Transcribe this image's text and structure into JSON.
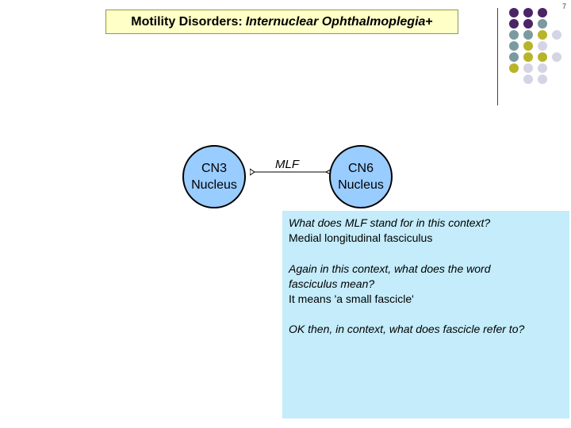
{
  "slide_number": "7",
  "title": {
    "prefix": "Motility Disorders:",
    "italic": "Internuclear Ophthalmoplegia",
    "suffix": "+"
  },
  "decoration": {
    "dot_colors": {
      "purple": "#4b2466",
      "slate": "#7b9aa0",
      "olive": "#b8b42a",
      "lavender": "#d4d4e6"
    }
  },
  "diagram": {
    "node_left": {
      "line1": "CN3",
      "line2": "Nucleus"
    },
    "edge_label": "MLF",
    "node_right": {
      "line1": "CN6",
      "line2": "Nucleus"
    },
    "node_fill": "#99ccff"
  },
  "qa": {
    "background": "#c4ecfb",
    "lines": [
      {
        "kind": "question",
        "text": "What does MLF stand for in this context?"
      },
      {
        "kind": "answer",
        "text": "Medial longitudinal fasciculus"
      },
      {
        "kind": "question",
        "text": "Again in this context, what does the word"
      },
      {
        "kind": "question",
        "text": "fasciculus mean?"
      },
      {
        "kind": "answer",
        "text": "It means 'a small fascicle'"
      },
      {
        "kind": "question",
        "text": "OK then, in context, what does fascicle refer to?"
      }
    ]
  }
}
